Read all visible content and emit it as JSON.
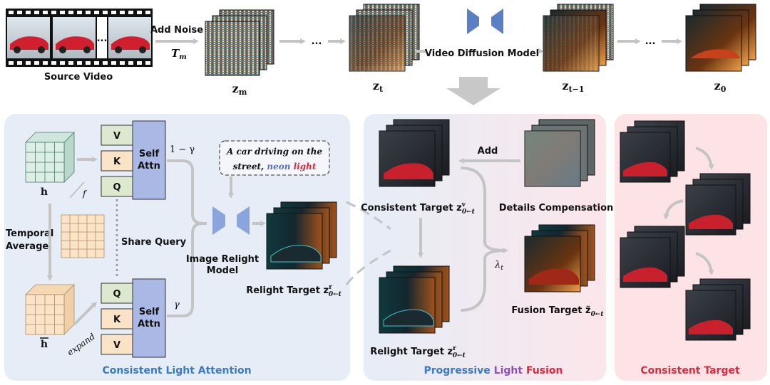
{
  "top": {
    "source_video": "Source Video",
    "add_noise": "Add Noise",
    "tm": "T",
    "tm_sub": "m",
    "ellipsis": "...",
    "zm": "z",
    "zm_sub": "m",
    "zt": "z",
    "zt_sub": "t",
    "video_diffusion_model": "Video Diffusion Model",
    "zt1": "z",
    "zt1_sub": "t−1",
    "z0": "z",
    "z0_sub": "0"
  },
  "cla": {
    "title": "Consistent Light Attention",
    "h": "h",
    "h_bar": "h",
    "temporal_average_1": "Temporal",
    "temporal_average_2": "Average",
    "expand": "expand",
    "f": "f",
    "v": "V",
    "k": "K",
    "q": "Q",
    "self": "Self",
    "attn": "Attn",
    "one_minus_gamma": "1 − γ",
    "gamma": "γ",
    "share_query": "Share Query",
    "prompt_1": "A car driving on the",
    "prompt_2a": "street, ",
    "prompt_2b": "neon ",
    "prompt_2c": "light",
    "image_relight_1": "Image Relight",
    "image_relight_2": "Model",
    "relight_target": "Relight Target z",
    "relight_sup": "r",
    "relight_sub": "0←t"
  },
  "plf": {
    "title_a": "Progressive ",
    "title_b": "Light ",
    "title_c": "Fusion",
    "add": "Add",
    "consistent_target": "Consistent Target z",
    "consistent_sup": "v",
    "consistent_sub": "0←t",
    "details_compensation": "Details Compensation",
    "lambda": "λ",
    "lambda_sub": "t",
    "relight_target": "Relight Target z",
    "relight_sup": "r",
    "relight_sub": "0←t",
    "fusion_target": "Fusion Target z̃",
    "fusion_sub": "0←t"
  },
  "ct": {
    "title": "Consistent Target"
  },
  "colors": {
    "blue_title": "#3a78c8",
    "purple_title": "#8a4fb8",
    "red_title": "#e0283c",
    "panel_blue": "#e6edf7",
    "panel_red": "#fde3e6",
    "arrow_gray": "#c4c4c4",
    "green_box": "#dde9cf",
    "peach_box": "#fbe3c8",
    "attn_blue": "#aab8e6",
    "neon_blue": "#5a6fc0",
    "neon_red": "#e0283c"
  }
}
